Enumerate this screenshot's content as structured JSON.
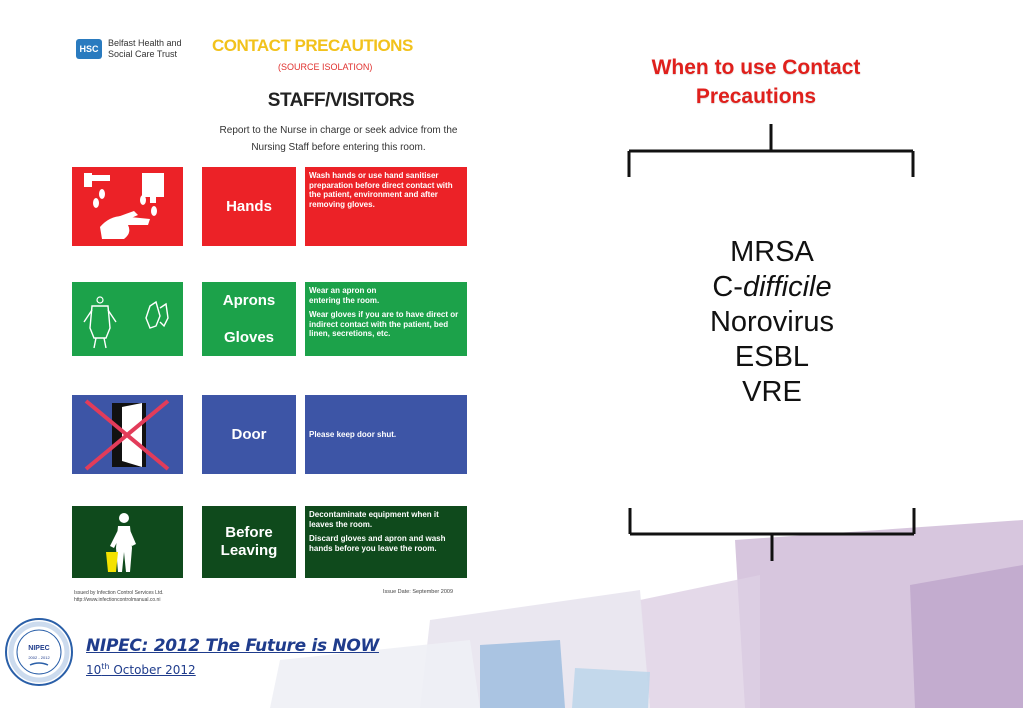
{
  "poster": {
    "logo_abbrev": "HSC",
    "org_name_line1": "Belfast Health and",
    "org_name_line2": "Social Care Trust",
    "title": "CONTACT PRECAUTIONS",
    "subtitle": "(SOURCE ISOLATION)",
    "audience": "STAFF/VISITORS",
    "report_line1": "Report to the Nurse in charge or seek advice from the",
    "report_line2": "Nursing Staff before entering this room.",
    "rows": [
      {
        "label": "Hands",
        "icon": "hand-hygiene-icon",
        "text1": "Wash hands or use hand sanitiser preparation before direct contact with the patient, environment and after removing gloves.",
        "text2": ""
      },
      {
        "label_line1": "Aprons",
        "label_line2": "Gloves",
        "icon": "apron-gloves-icon",
        "text1": "Wear an apron on entering the room.",
        "text2": "Wear gloves if you are to have direct or indirect contact with the patient, bed linen, secretions, etc."
      },
      {
        "label": "Door",
        "icon": "no-open-door-icon",
        "text1": "Please keep door shut.",
        "text2": ""
      },
      {
        "label_line1": "Before",
        "label_line2": "Leaving",
        "icon": "waste-bin-icon",
        "text1": "Decontaminate equipment when it leaves the room.",
        "text2": "Discard gloves and apron and wash hands before you leave the room."
      }
    ],
    "issuer_line1": "Issued by Infection Control Services Ltd.",
    "issuer_line2": "http://www.infectioncontrolmanual.co.ni",
    "issue_date": "Issue Date: September 2009",
    "colors": {
      "hands": "#ec2227",
      "aprons": "#1ca24a",
      "door": "#3d55a6",
      "leaving": "#0f4a1c",
      "title": "#f2c21c"
    }
  },
  "right": {
    "heading_line1": "When to use Contact",
    "heading_line2": "Precautions",
    "conditions": [
      {
        "prefix": "MRSA",
        "italic": ""
      },
      {
        "prefix": "C-",
        "italic": "difficile"
      },
      {
        "prefix": "Norovirus",
        "italic": ""
      },
      {
        "prefix": "ESBL",
        "italic": ""
      },
      {
        "prefix": "VRE",
        "italic": ""
      }
    ],
    "heading_color": "#e0201c"
  },
  "footer": {
    "seal_text": "NIPEC",
    "seal_years": "2002 - 2012",
    "title": "NIPEC: 2012 The Future is NOW",
    "date_day": "10",
    "date_suffix": "th",
    "date_rest": " October 2012",
    "text_color": "#1f3c8c"
  }
}
